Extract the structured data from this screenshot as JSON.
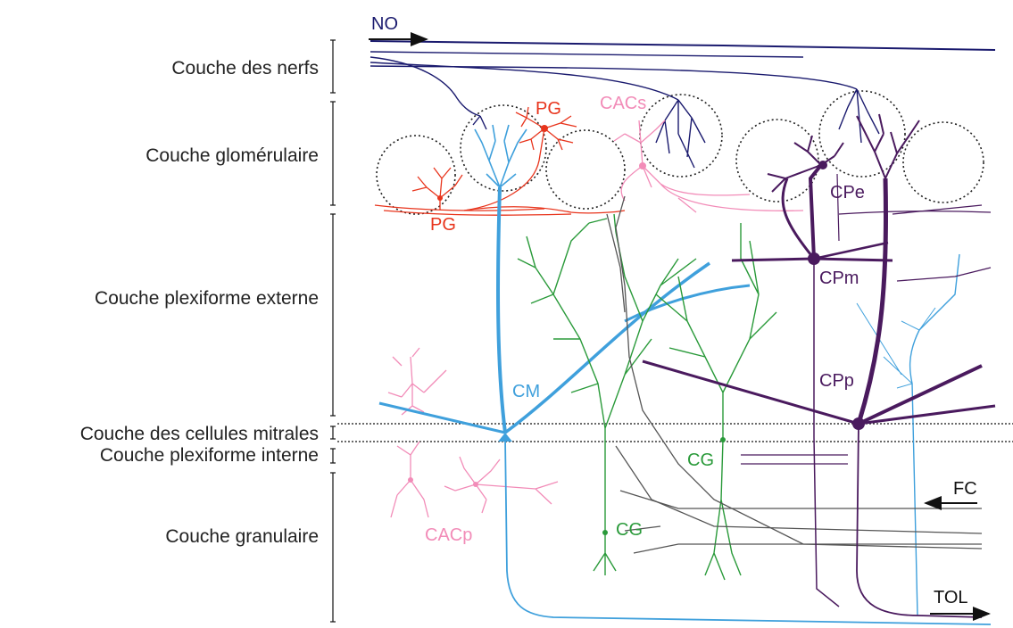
{
  "layers": {
    "nerve": "Couche des nerfs",
    "glomerular": "Couche glomérulaire",
    "external_plexiform": "Couche plexiforme externe",
    "mitral_cell": "Couche des cellules mitrales",
    "internal_plexiform": "Couche plexiforme interne",
    "granular": "Couche granulaire"
  },
  "cells": {
    "no": "NO",
    "pg_top": "PG",
    "pg_bottom": "PG",
    "cacs": "CACs",
    "cpe": "CPe",
    "cpm": "CPm",
    "cpp": "CPp",
    "cm": "CM",
    "cg_upper": "CG",
    "cg_lower": "CG",
    "cacp": "CACp",
    "fc": "FC",
    "tol": "TOL"
  },
  "colors": {
    "nerve": "#1a1a6e",
    "pg": "#e8341c",
    "cacs": "#f28cb8",
    "mitral": "#3fa0dc",
    "tufted": "#4a1a5e",
    "granule": "#2a9a3a",
    "centrifugal": "#555555",
    "text": "#222222"
  }
}
